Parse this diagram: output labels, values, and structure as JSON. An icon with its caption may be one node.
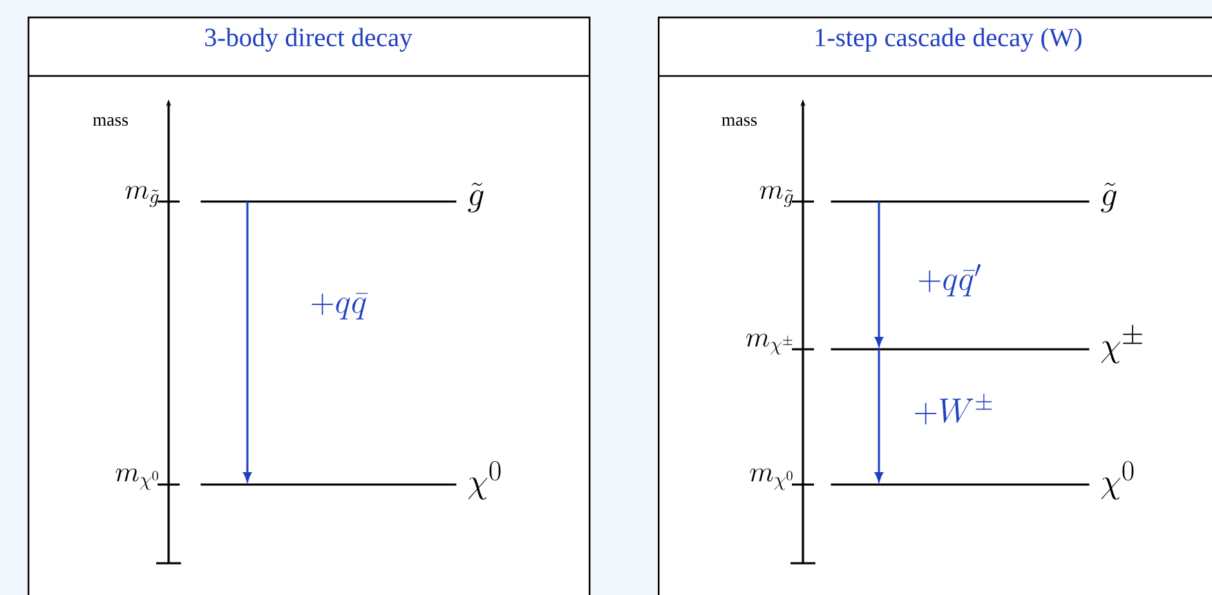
{
  "diagram": {
    "nodes": [
      {
        "text": [
          "3-body direct decay"
        ]
      },
      {
        "text": [
          "1-step cascade decay (W)"
        ]
      },
      {
        "text": [],
        "shape": "bar",
        "in": 0,
        "beside": [
          "m_{\\tilde{g}}",
          "\\tilde{g}"
        ]
      },
      {
        "text": [],
        "shape": "bar",
        "in": 0,
        "beside": [
          "m_{\\chi^{0}}",
          "\\chi^{0}"
        ]
      },
      {
        "text": [],
        "shape": "bar",
        "in": 1,
        "beside": [
          "m_{\\tilde{g}}",
          "\\tilde{g}"
        ]
      },
      {
        "text": [],
        "shape": "bar",
        "in": 1,
        "beside": [
          "m_{\\chi^{\\pm}}",
          "\\chi^{\\pm}"
        ]
      },
      {
        "text": [],
        "shape": "bar",
        "in": 1,
        "beside": [
          "m_{\\chi^{0}}",
          "\\chi^{0}"
        ]
      }
    ],
    "edges": [
      {
        "from": 2,
        "to": 3,
        "arrow": "to",
        "label": "+q\\bar{q}"
      },
      {
        "from": 4,
        "to": 5,
        "arrow": "to",
        "label": "+q\\bar{q}'"
      },
      {
        "from": 5,
        "to": 6,
        "arrow": "to",
        "label": "+W^{\\pm}"
      }
    ],
    "labels": [
      "mass",
      "mass"
    ]
  }
}
